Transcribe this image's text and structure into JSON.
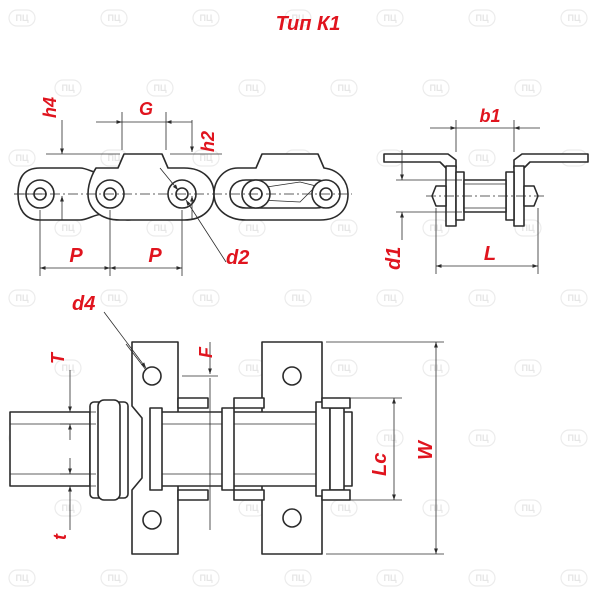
{
  "title": "Тип К1",
  "watermark": "ПЦ",
  "labels": {
    "h4": "h4",
    "G": "G",
    "h2": "h2",
    "b1": "b1",
    "P1": "P",
    "P2": "P",
    "d2": "d2",
    "d1": "d1",
    "L": "L",
    "d4": "d4",
    "T": "T",
    "F": "F",
    "Lc": "Lc",
    "W": "W",
    "t": "t"
  },
  "colors": {
    "label": "#e0141e",
    "line": "#2b2b2b",
    "watermark": "#e6e6e6"
  }
}
